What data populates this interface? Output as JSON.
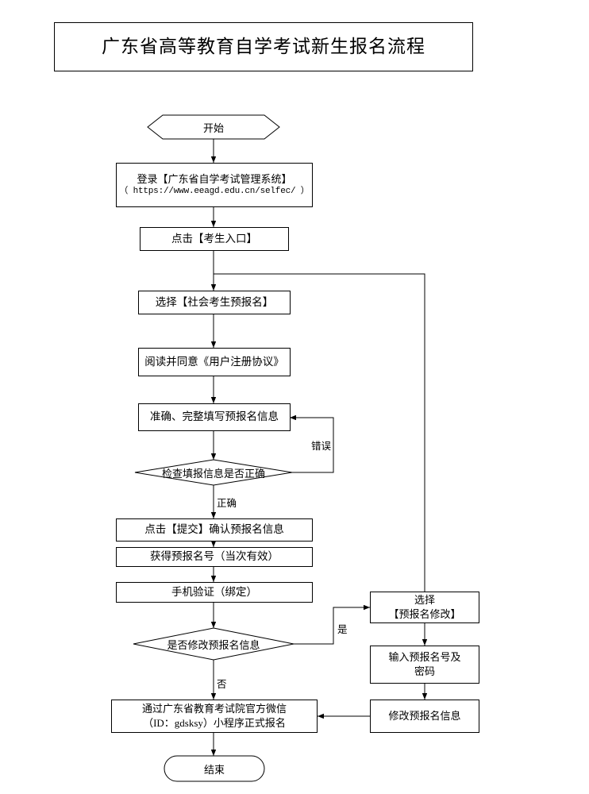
{
  "title": "广东省高等教育自学考试新生报名流程",
  "diagram": {
    "type": "flowchart",
    "nodes": {
      "start": {
        "shape": "hexagon",
        "label": "开始"
      },
      "login": {
        "shape": "rect",
        "line1": "登录【广东省自学考试管理系统】",
        "line2": "（ https://www.eeagd.edu.cn/selfec/ ）"
      },
      "entrance": {
        "shape": "rect",
        "label": "点击【考生入口】"
      },
      "choose_pre_reg": {
        "shape": "rect",
        "label": "选择【社会考生预报名】"
      },
      "agreement": {
        "shape": "rect",
        "label": "阅读并同意《用户注册协议》"
      },
      "fill_info": {
        "shape": "rect",
        "label": "准确、完整填写预报名信息"
      },
      "check_info": {
        "shape": "diamond",
        "label": "检查填报信息是否正确"
      },
      "submit": {
        "shape": "rect",
        "label": "点击【提交】确认预报名信息"
      },
      "get_number": {
        "shape": "rect",
        "label": "获得预报名号（当次有效）"
      },
      "phone_verify": {
        "shape": "rect",
        "label": "手机验证（绑定）"
      },
      "modify_decision": {
        "shape": "diamond",
        "label": "是否修改预报名信息"
      },
      "wechat": {
        "shape": "rect",
        "line1": "通过广东省教育考试院官方微信",
        "line2": "（ID：gdsksy）小程序正式报名"
      },
      "end": {
        "shape": "terminator",
        "label": "结束"
      },
      "choose_modify": {
        "shape": "rect",
        "line1": "选择",
        "line2": "【预报名修改】"
      },
      "input_number": {
        "shape": "rect",
        "line1": "输入预报名号及",
        "line2": "密码"
      },
      "modify_info": {
        "shape": "rect",
        "label": "修改预报名信息"
      }
    },
    "edge_labels": {
      "error": "错误",
      "correct": "正确",
      "yes": "是",
      "no": "否"
    }
  }
}
